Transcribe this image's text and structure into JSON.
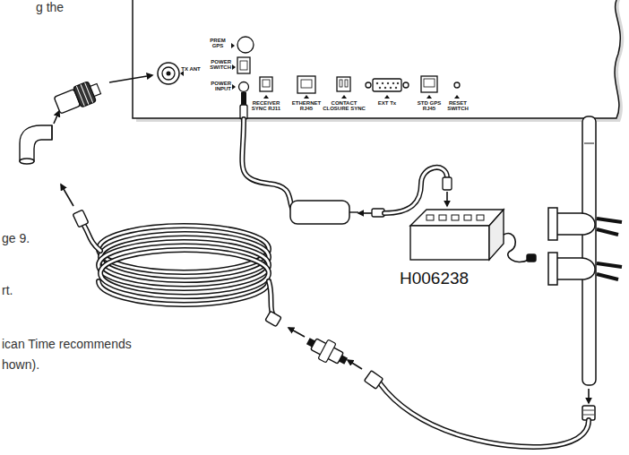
{
  "diagram": {
    "labels": [
      "g the",
      "PREM GPS",
      "TX ANT",
      "POWER SWITCH",
      "POWER INPUT",
      "RECEIVER SYNC RJ11",
      "ETHERNET RJ45",
      "CONTACT CLOSURE SYNC",
      "EXT Tx",
      "STD GPS RJ45",
      "RESET SWITCH",
      "ge 9.",
      "H006238",
      "rt.",
      "ican Time recommends",
      "hown)."
    ]
  }
}
